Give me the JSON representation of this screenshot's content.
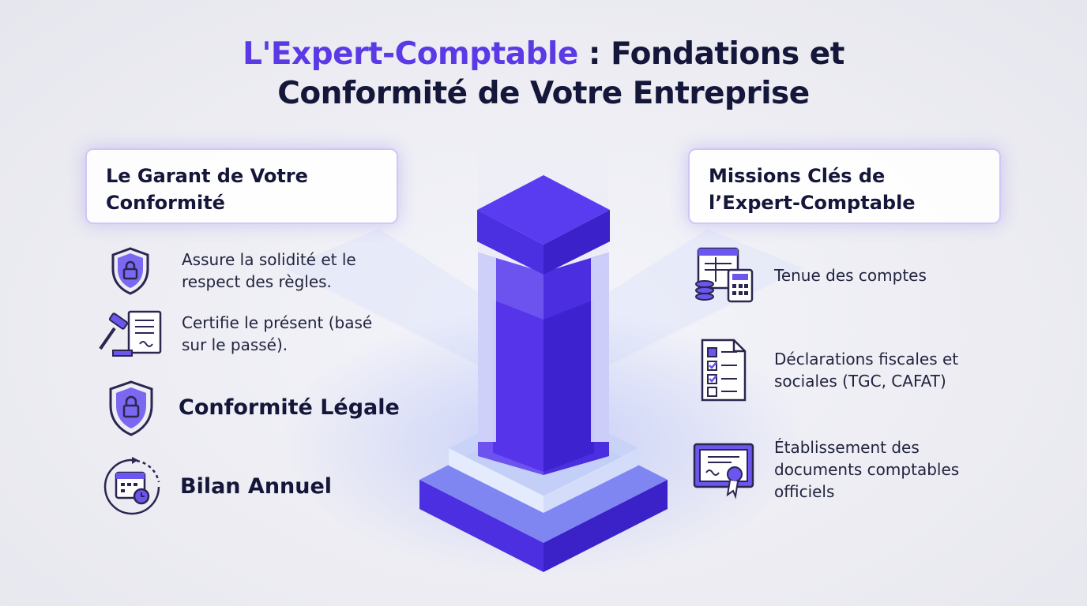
{
  "title": {
    "accent": "L'Expert-Comptable",
    "rest_line1": " : Fondations et",
    "line2": "Conformité de Votre Entreprise"
  },
  "left_card": {
    "line1": "Le Garant de Votre",
    "line2": "Conformité"
  },
  "left_items": [
    {
      "icon": "shield-lock-icon",
      "line1": "Assure la solidité et le",
      "line2": "respect des règles."
    },
    {
      "icon": "gavel-document-icon",
      "line1": "Certifie le présent (basé",
      "line2": "sur le passé)."
    },
    {
      "icon": "shield-lock-icon",
      "text": "Conformité Légale"
    },
    {
      "icon": "calendar-clock-icon",
      "text": "Bilan Annuel"
    }
  ],
  "right_card": {
    "line1": "Missions Clés de",
    "line2": "l’Expert-Comptable"
  },
  "right_items": [
    {
      "icon": "ledger-calculator-icon",
      "text": "Tenue des comptes"
    },
    {
      "icon": "checklist-document-icon",
      "line1": "Déclarations fiscales et",
      "line2": "sociales (TGC, CAFAT)"
    },
    {
      "icon": "certificate-icon",
      "line1": "Établissement des",
      "line2": "documents comptables",
      "line3": "officiels"
    }
  ],
  "colors": {
    "accent": "#5b3ae6",
    "dark": "#14163a",
    "pillar": "#5a3cf0",
    "glass": "#dfe6fb"
  }
}
